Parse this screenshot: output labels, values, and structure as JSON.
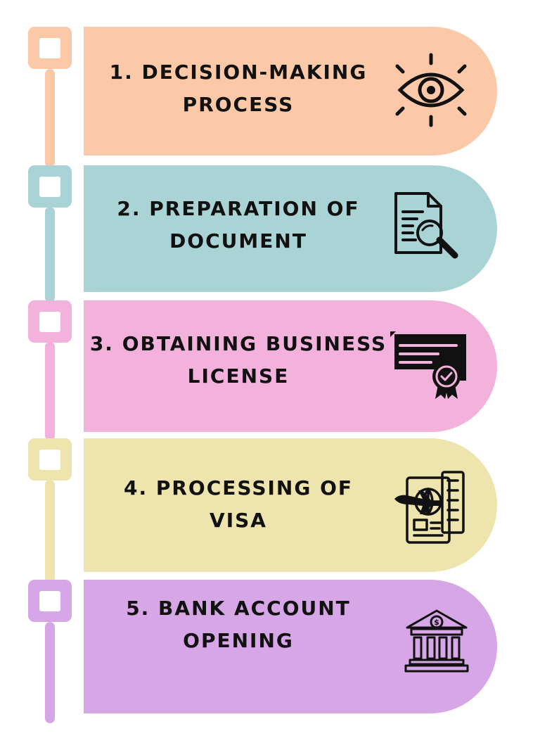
{
  "steps": [
    {
      "line1": "1. DECISION-MAKING",
      "line2": "PROCESS",
      "icon": "eye-icon",
      "color": "#fbc9a8"
    },
    {
      "line1": "2. PREPARATION OF",
      "line2": "DOCUMENT",
      "icon": "document-search-icon",
      "color": "#a9d3d5"
    },
    {
      "line1": "3. OBTAINING BUSINESS",
      "line2": "LICENSE",
      "icon": "certificate-icon",
      "color": "#f2b2db"
    },
    {
      "line1": "4. PROCESSING OF",
      "line2": "VISA",
      "icon": "passport-icon",
      "color": "#ede4ae"
    },
    {
      "line1": "5. BANK ACCOUNT",
      "line2": "OPENING",
      "icon": "bank-icon",
      "color": "#d6a6e6"
    }
  ]
}
